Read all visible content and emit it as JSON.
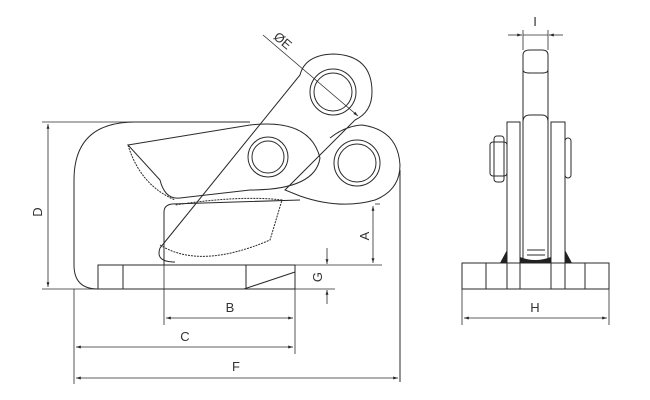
{
  "drawing": {
    "title": "Horizontal plate lifting clamp dimension drawing",
    "line_color": "#2a2a2a",
    "labels": {
      "A": "A",
      "B": "B",
      "C": "C",
      "D": "D",
      "E": "ØE",
      "F": "F",
      "G": "G",
      "H": "H",
      "I": "I"
    }
  }
}
